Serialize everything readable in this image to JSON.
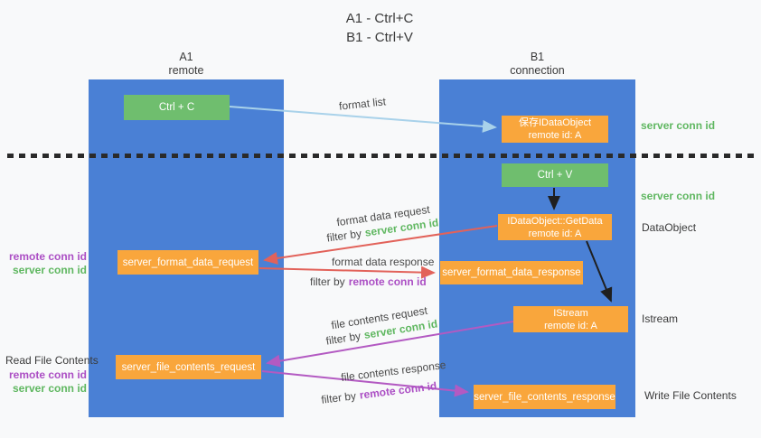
{
  "title": {
    "line1": "A1 - Ctrl+C",
    "line2": "B1 - Ctrl+V"
  },
  "columns": {
    "left": {
      "name": "A1",
      "role": "remote"
    },
    "right": {
      "name": "B1",
      "role": "connection"
    }
  },
  "nodes": {
    "ctrl_c": "Ctrl + C",
    "ctrl_v": "Ctrl + V",
    "save_dataobject": {
      "line1": "保存IDataObject",
      "line2": "remote id: A"
    },
    "getdata": {
      "line1": "IDataObject::GetData",
      "line2": "remote id: A"
    },
    "istream": {
      "line1": "IStream",
      "line2": "remote id: A"
    },
    "format_request": "server_format_data_request",
    "format_response": "server_format_data_response",
    "file_request": "server_file_contents_request",
    "file_response": "server_file_contents_response"
  },
  "edge_labels": {
    "format_list": "format list",
    "format_data_request": "format data request",
    "format_data_response": "format data response",
    "file_contents_request": "file contents request",
    "file_contents_response": "file contents response",
    "filter_by": "filter by",
    "server_conn_id": "server conn id",
    "remote_conn_id": "remote conn id"
  },
  "side_labels": {
    "server_conn_id_top": "server conn id",
    "server_conn_id_mid": "server conn id",
    "dataobject": "DataObject",
    "istream": "Istream",
    "write_file_contents": "Write File Contents",
    "read_file_contents": "Read File Contents",
    "remote_conn_id": "remote conn id",
    "server_conn_id": "server conn id"
  },
  "colors": {
    "lifeline_blue": "#4a80d5",
    "node_green": "#6fbe6e",
    "node_orange": "#f9a63c",
    "label_green": "#5fb760",
    "label_purple": "#ab4ec4",
    "arrow_light_blue": "#a9d2ea",
    "arrow_red": "#e2625a",
    "arrow_purple": "#b35ac2",
    "arrow_black": "#1f1f1f",
    "background": "#f8f9fa"
  }
}
